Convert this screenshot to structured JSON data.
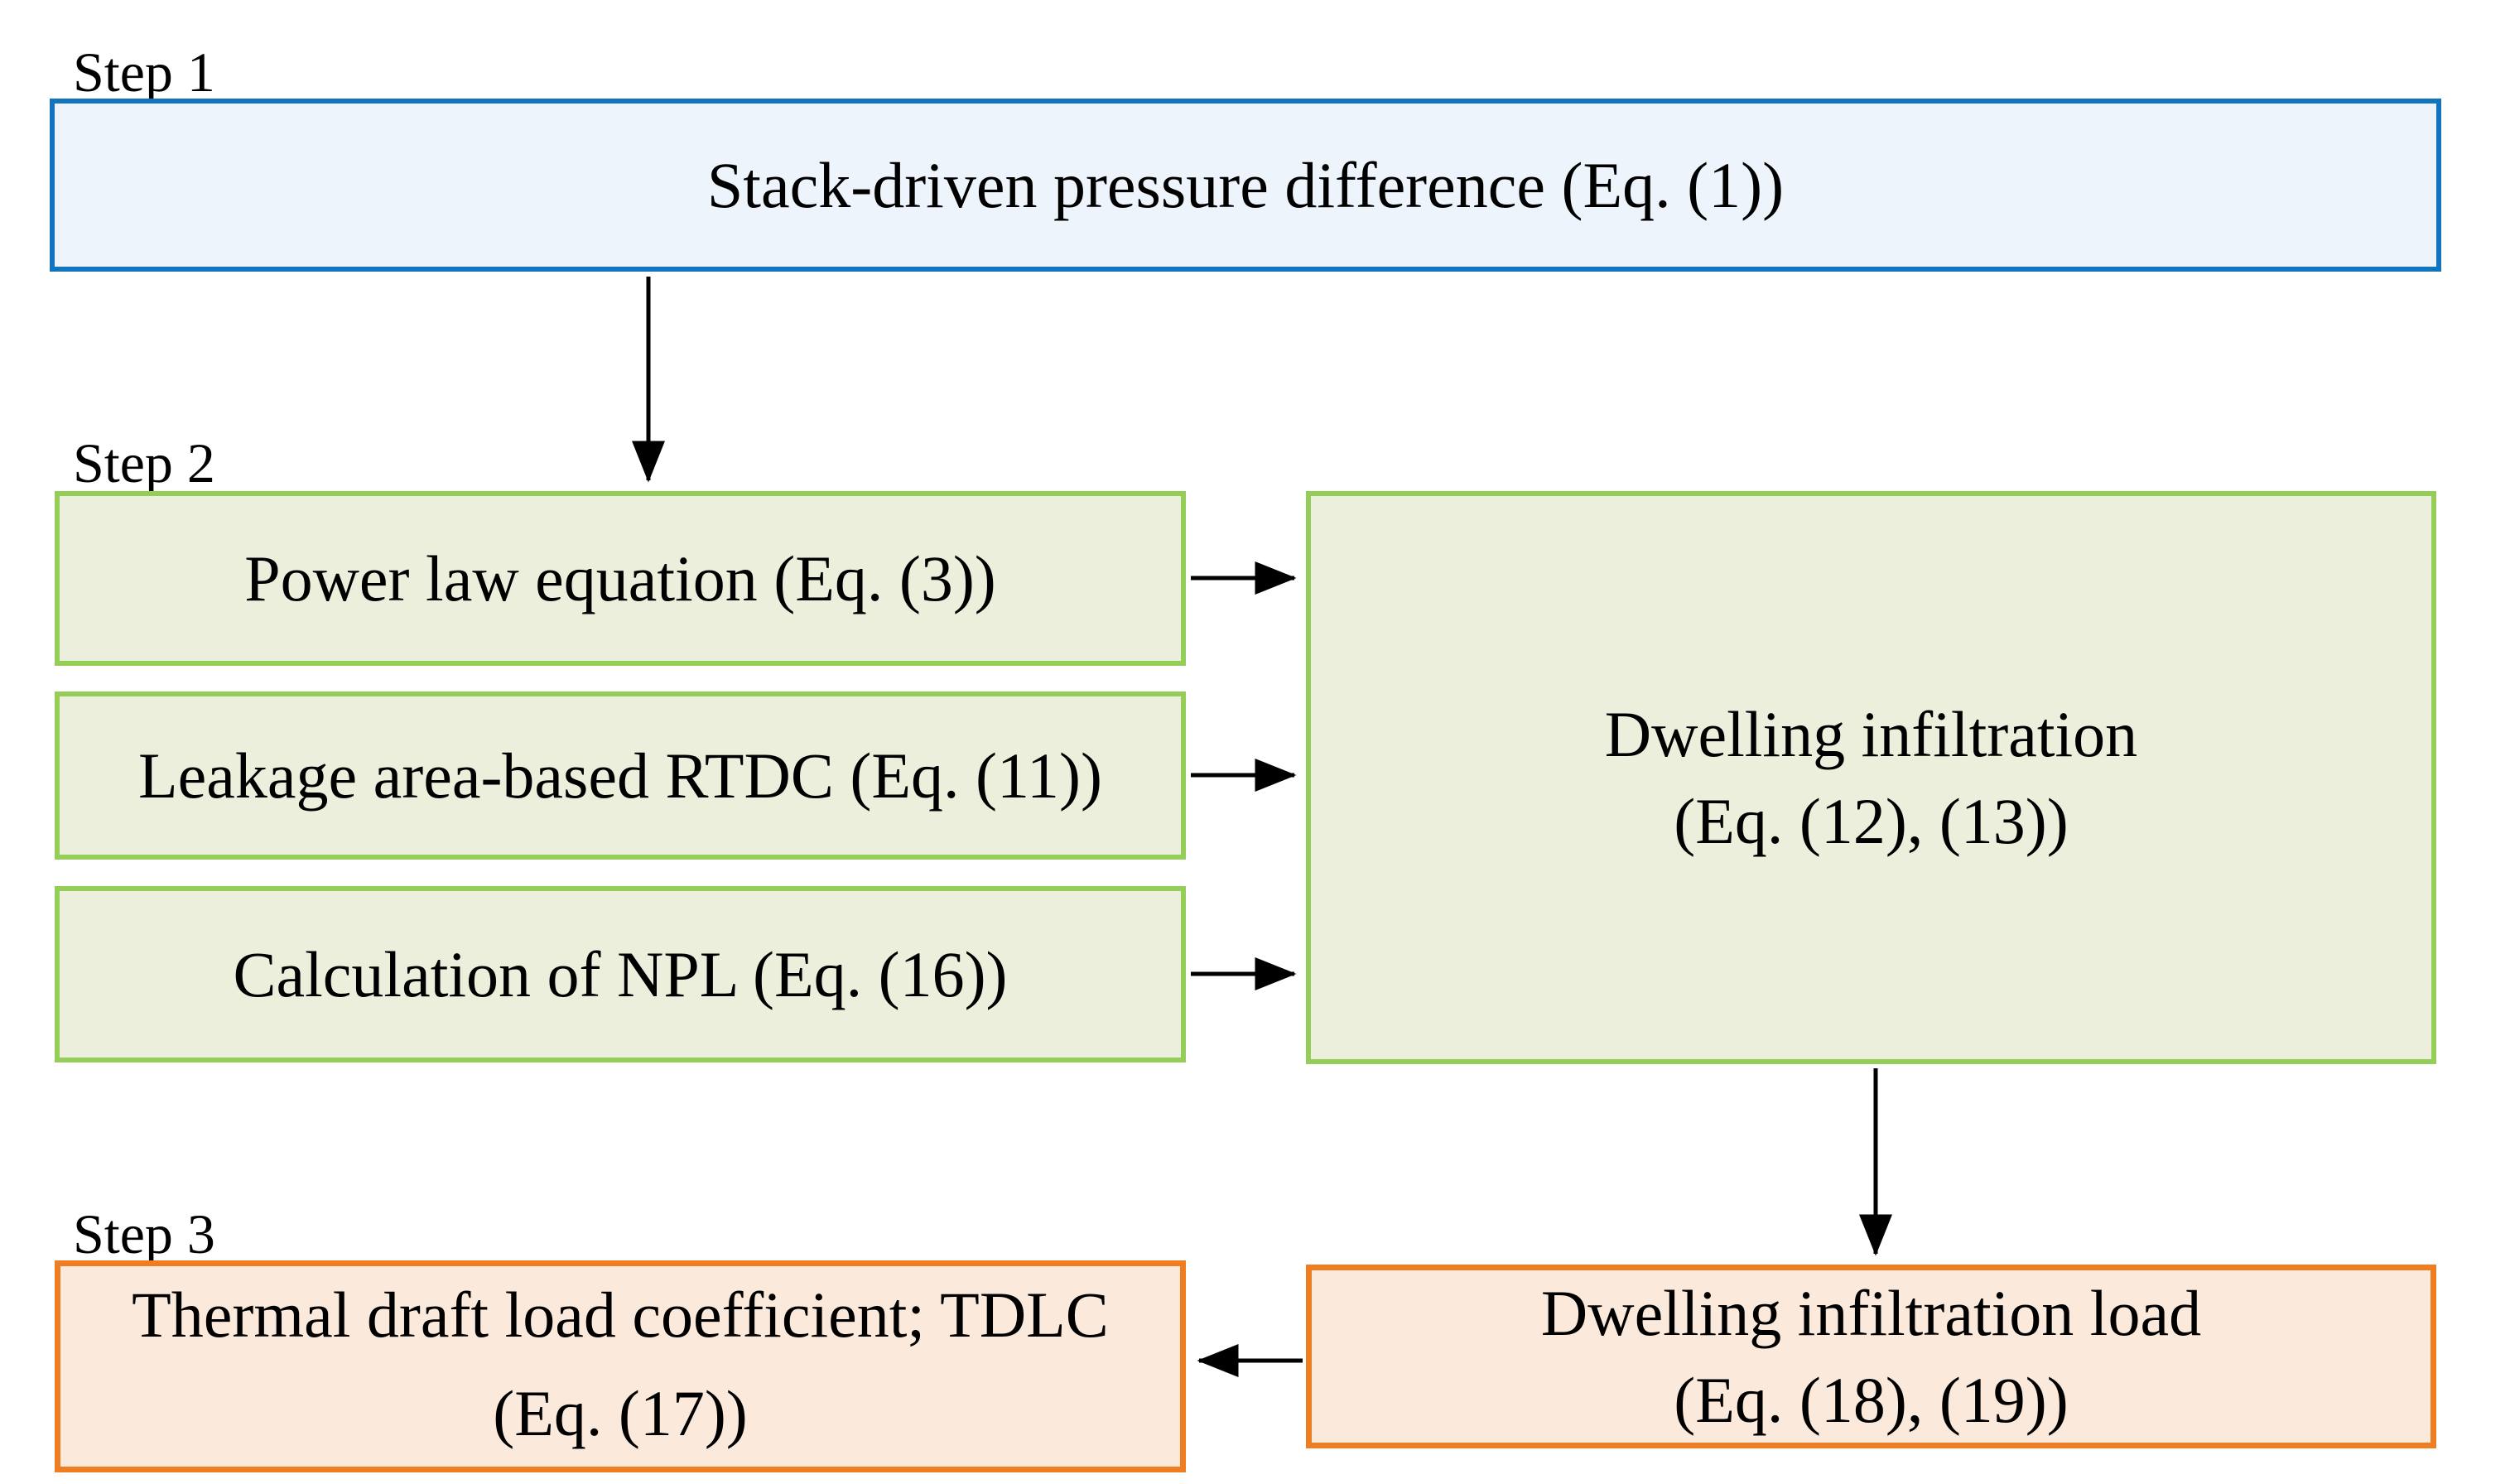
{
  "colors": {
    "blue_border": "#1274BF",
    "blue_fill": "#EDF4FB",
    "green_border": "#94CE58",
    "green_fill": "#EBEFDC",
    "orange_border": "#EF7D22",
    "orange_fill": "#FBEADB",
    "arrow": "#000000"
  },
  "steps": [
    {
      "label": "Step 1"
    },
    {
      "label": "Step 2"
    },
    {
      "label": "Step 3"
    }
  ],
  "boxes": {
    "stack_pressure": {
      "text": "Stack-driven pressure difference (Eq. (1))"
    },
    "power_law": {
      "text": "Power law equation (Eq. (3))"
    },
    "leakage_rtdc": {
      "text": "Leakage area-based RTDC (Eq. (11))"
    },
    "npl": {
      "text": "Calculation of NPL (Eq. (16))"
    },
    "dwelling_infiltration": {
      "line1": "Dwelling infiltration",
      "line2": "(Eq. (12), (13))"
    },
    "tdlc": {
      "line1": "Thermal draft load coefficient; TDLC",
      "line2": "(Eq. (17))"
    },
    "infiltration_load": {
      "line1": "Dwelling infiltration load",
      "line2": "(Eq. (18), (19))"
    }
  }
}
